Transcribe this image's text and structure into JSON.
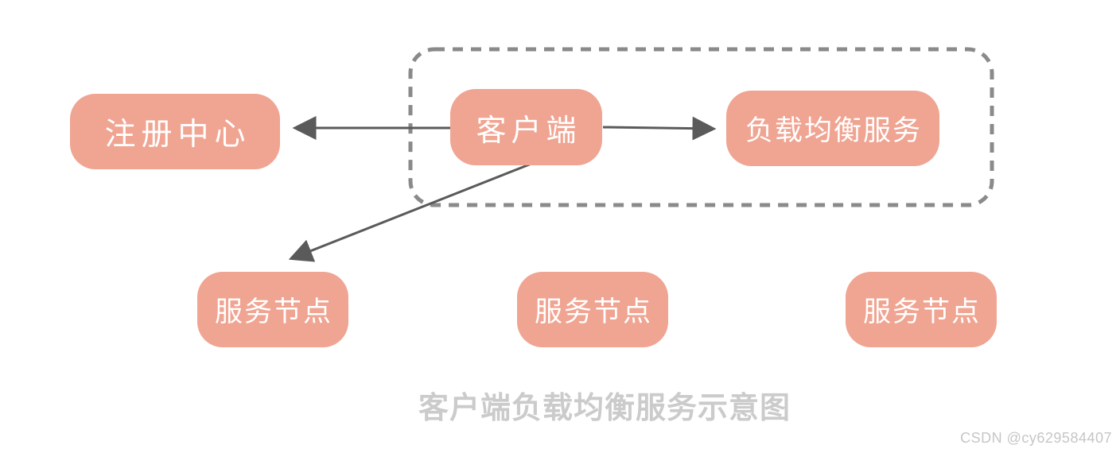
{
  "diagram": {
    "caption": "客户端负载均衡服务示意图",
    "nodes": {
      "registry": {
        "label": "注册中心"
      },
      "client": {
        "label": "客户端"
      },
      "load_balancer": {
        "label": "负载均衡服务"
      },
      "service_node_1": {
        "label": "服务节点"
      },
      "service_node_2": {
        "label": "服务节点"
      },
      "service_node_3": {
        "label": "服务节点"
      }
    },
    "group": {
      "style": "dashed-rounded-rectangle",
      "contains": [
        "client",
        "load_balancer"
      ]
    },
    "edges": [
      {
        "from": "client",
        "to": "registry",
        "arrow": "to-registry"
      },
      {
        "from": "client",
        "to": "load_balancer",
        "arrow": "to-load-balancer"
      },
      {
        "from": "client",
        "to": "service_node_1",
        "arrow": "to-service-node"
      }
    ]
  },
  "watermark": "CSDN @cy629584407",
  "colors": {
    "node_fill": "#f0a492",
    "node_text": "#ffffff",
    "dashed_border": "#8a8a8a",
    "arrow": "#5a5a5a",
    "caption_text": "#cbcbcb",
    "watermark_text": "#c6c6c6",
    "background": "#ffffff"
  }
}
